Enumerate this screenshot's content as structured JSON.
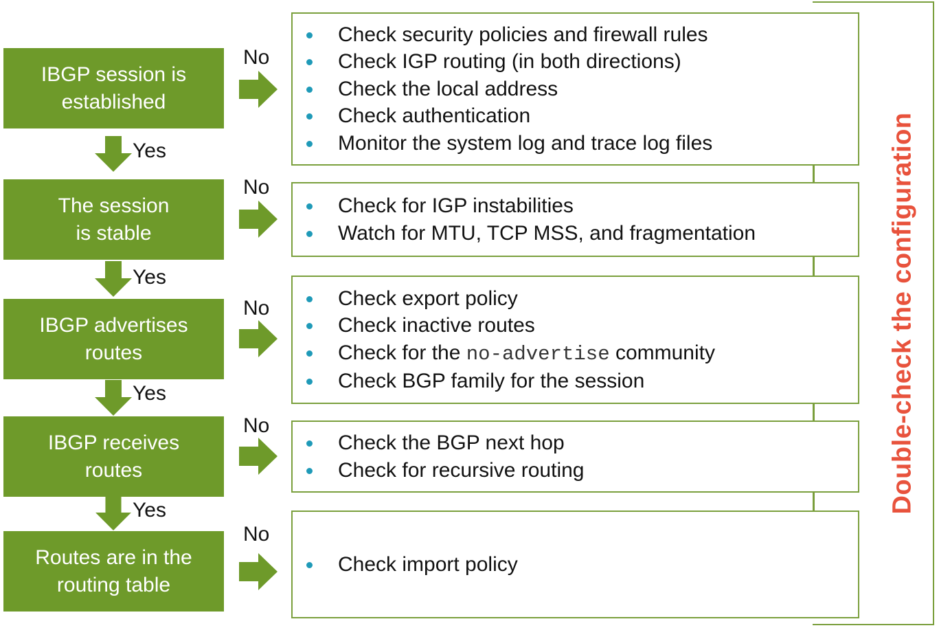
{
  "steps": [
    {
      "label": "IBGP session is\nestablished"
    },
    {
      "label": "The session\nis stable"
    },
    {
      "label": "IBGP advertises\nroutes"
    },
    {
      "label": "IBGP receives\nroutes"
    },
    {
      "label": "Routes are in the\nrouting table"
    }
  ],
  "no_label": "No",
  "yes_label": "Yes",
  "checks": [
    {
      "items": [
        "Check security policies and firewall rules",
        "Check IGP routing (in both directions)",
        "Check the local address",
        "Check authentication",
        "Monitor the system log and trace log files"
      ]
    },
    {
      "items": [
        "Check for IGP instabilities",
        "Watch for MTU, TCP MSS, and fragmentation"
      ]
    },
    {
      "items": [
        "Check export policy",
        "Check inactive routes",
        "Check BGP family for the session"
      ],
      "community_item": {
        "prefix": "Check for the ",
        "code": "no-advertise",
        "suffix": " community"
      }
    },
    {
      "items": [
        "Check the BGP next hop",
        "Check for recursive routing"
      ]
    },
    {
      "items": [
        "Check import policy"
      ]
    }
  ],
  "side_label": "Double-check the configuration",
  "colors": {
    "step_fill": "#6e9a2a",
    "border": "#7a9f3c",
    "arrow": "#6e9a2a",
    "bullet": "#1f9ab8",
    "side_text": "#e8523c"
  }
}
